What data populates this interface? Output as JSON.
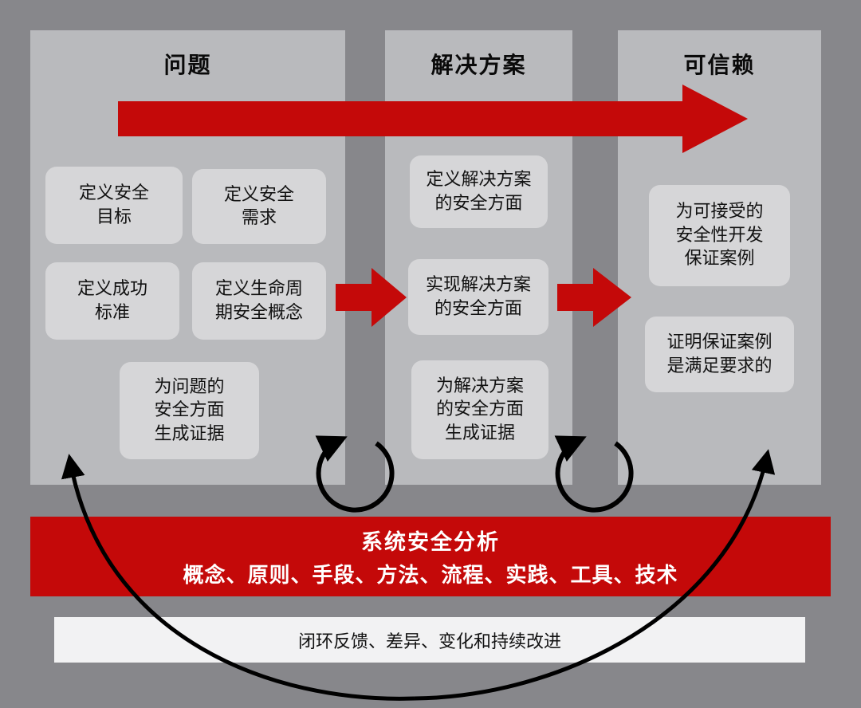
{
  "diagram": {
    "columns": [
      {
        "title": "问题",
        "boxes": [
          "定义安全\n目标",
          "定义安全\n需求",
          "定义成功\n标准",
          "定义生命周\n期安全概念",
          "为问题的\n安全方面\n生成证据"
        ]
      },
      {
        "title": "解决方案",
        "boxes": [
          "定义解决方案\n的安全方面",
          "实现解决方案\n的安全方面",
          "为解决方案\n的安全方面\n生成证据"
        ]
      },
      {
        "title": "可信赖",
        "boxes": [
          "为可接受的\n安全性开发\n保证案例",
          "证明保证案例\n是满足要求的"
        ]
      }
    ],
    "banner": {
      "title": "系统安全分析",
      "subtitle": "概念、原则、手段、方法、流程、实践、工具、技术"
    },
    "footer": "闭环反馈、差异、变化和持续改进",
    "colors": {
      "background": "#87878b",
      "panel": "#b9babd",
      "box": "#d6d6d8",
      "accent_red": "#c40909",
      "footer_bg": "#f2f2f3",
      "arrow_black": "#000000",
      "text": "#111111",
      "banner_text": "#ffffff"
    }
  }
}
